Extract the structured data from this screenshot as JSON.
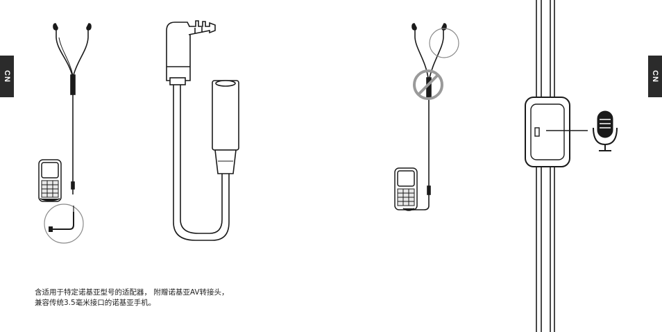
{
  "pages": {
    "left": {
      "lang_tab": "CN",
      "caption_line1": "含适用于特定诺基亚型号的适配器，  附赠诺基亚AV转接头，",
      "caption_line2": "兼容传统3.5毫米接口的诺基亚手机。"
    },
    "right": {
      "lang_tab": "CN"
    }
  },
  "colors": {
    "tab_background": "#2b2b2b",
    "line": "#1a1a1a",
    "prohibited": "#9a9a9a"
  },
  "icons": [
    "headset-icon",
    "phone-icon",
    "adapter-plug-icon",
    "av-adapter-cable-icon",
    "prohibited-icon",
    "microphone-icon",
    "remote-control-icon"
  ]
}
